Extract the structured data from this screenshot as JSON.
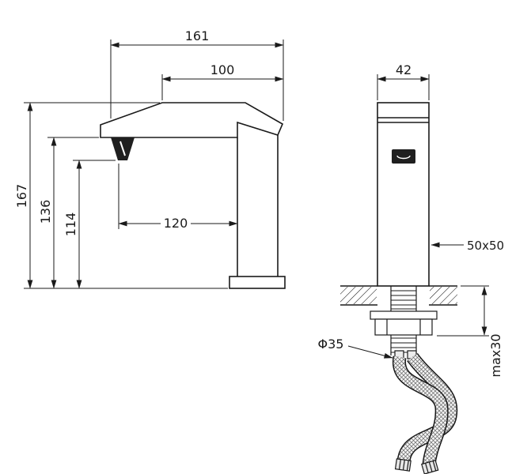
{
  "drawing": {
    "type": "faucet-technical-drawing",
    "background": "#ffffff",
    "line_color": "#1a1a1a",
    "side_view": {
      "total_length": "161",
      "top_length": "100",
      "total_height": "167",
      "spout_underside_height": "136",
      "outlet_height": "114",
      "spout_reach": "120"
    },
    "front_view": {
      "body_width": "42",
      "base_section": "50x50",
      "mounting_hole_diameter": "Φ35",
      "max_deck_thickness": "max30"
    }
  }
}
